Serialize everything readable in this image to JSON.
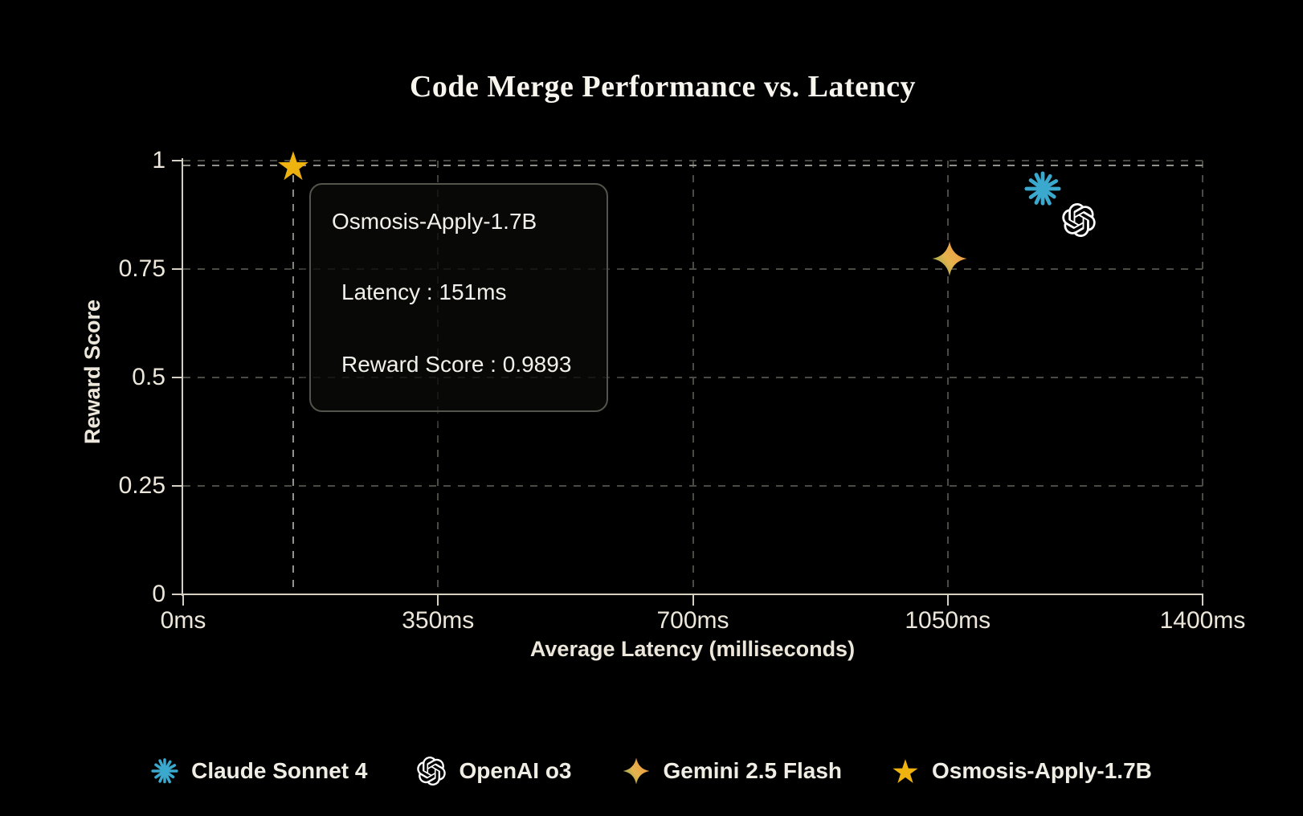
{
  "title": "Code Merge Performance vs. Latency",
  "chart_data": {
    "type": "scatter",
    "title": "Code Merge Performance vs. Latency",
    "xlabel": "Average Latency (milliseconds)",
    "ylabel": "Reward Score",
    "xlim": [
      0,
      1400
    ],
    "ylim": [
      0,
      1
    ],
    "grid": "dashed",
    "legend_position": "bottom",
    "x_ticks": [
      {
        "value": 0,
        "label": "0ms"
      },
      {
        "value": 350,
        "label": "350ms"
      },
      {
        "value": 700,
        "label": "700ms"
      },
      {
        "value": 1050,
        "label": "1050ms"
      },
      {
        "value": 1400,
        "label": "1400ms"
      }
    ],
    "y_ticks": [
      {
        "value": 0,
        "label": "0"
      },
      {
        "value": 0.25,
        "label": "0.25"
      },
      {
        "value": 0.5,
        "label": "0.5"
      },
      {
        "value": 0.75,
        "label": "0.75"
      },
      {
        "value": 1,
        "label": "1"
      }
    ],
    "series": [
      {
        "name": "Claude Sonnet 4",
        "icon": "claude-burst-icon",
        "color": "#3aa9cd",
        "points": [
          {
            "x": 1180,
            "y": 0.935
          }
        ]
      },
      {
        "name": "OpenAI o3",
        "icon": "openai-logo-icon",
        "color": "#ffffff",
        "points": [
          {
            "x": 1230,
            "y": 0.863
          }
        ]
      },
      {
        "name": "Gemini 2.5 Flash",
        "icon": "gemini-sparkle-icon",
        "color": "#f5a53f",
        "points": [
          {
            "x": 1052,
            "y": 0.774
          }
        ]
      },
      {
        "name": "Osmosis-Apply-1.7B",
        "icon": "osmosis-star-icon",
        "color": "#efb310",
        "points": [
          {
            "x": 151,
            "y": 0.9893
          }
        ]
      }
    ],
    "cursor": {
      "x": 151,
      "y": 0.9893
    }
  },
  "tooltip": {
    "title": "Osmosis-Apply-1.7B",
    "lines": [
      "Latency : 151ms",
      "Reward Score : 0.9893"
    ]
  },
  "colors": {
    "background": "#000000",
    "axis": "#d6d0c3",
    "tick_text": "#ece7da",
    "grid": "#4b4b45",
    "cursor": "#93938b",
    "tooltip_border": "#54544c",
    "claude": "#3aa9cd",
    "openai": "#ffffff",
    "gemini_gradient_start": "#86a54b",
    "gemini_gradient_end": "#f2933c",
    "osmosis_star": "#efb310"
  }
}
